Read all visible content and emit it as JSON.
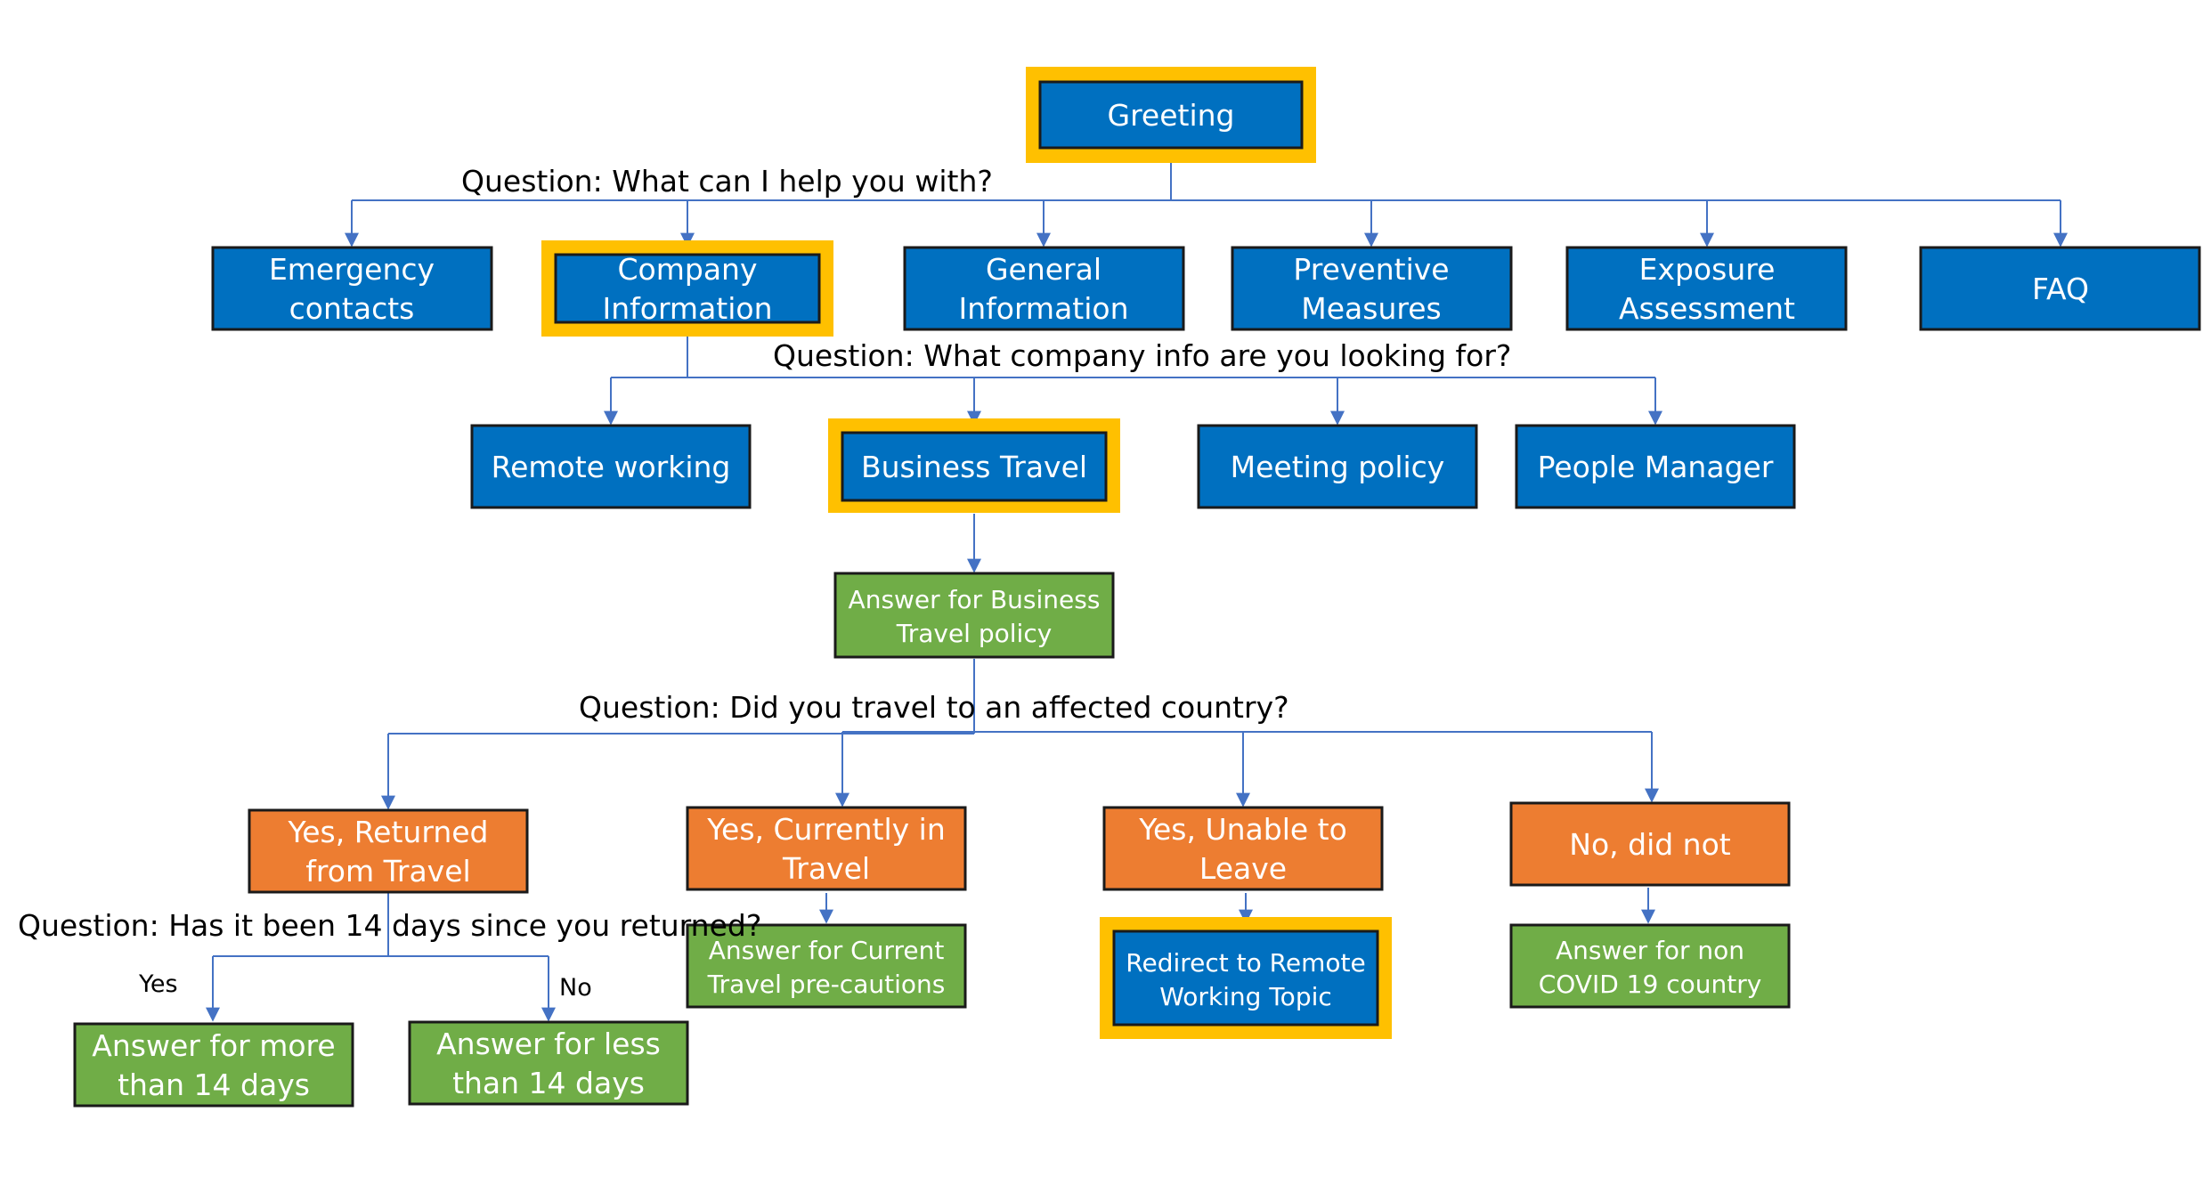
{
  "colors": {
    "blue": "#0070C0",
    "green": "#70AD47",
    "orange": "#ED7D31",
    "highlight": "#FFC000",
    "connector": "#4472C4",
    "border": "#1a1a1a"
  },
  "nodes": {
    "greeting": [
      "Greeting"
    ],
    "emergency_contacts": [
      "Emergency",
      "contacts"
    ],
    "company_information": [
      "Company",
      "Information"
    ],
    "general_information": [
      "General",
      "Information"
    ],
    "preventive_measures": [
      "Preventive",
      "Measures"
    ],
    "exposure_assessment": [
      "Exposure",
      "Assessment"
    ],
    "faq": [
      "FAQ"
    ],
    "remote_working": [
      "Remote working"
    ],
    "business_travel": [
      "Business Travel"
    ],
    "meeting_policy": [
      "Meeting policy"
    ],
    "people_manager": [
      "People Manager"
    ],
    "answer_business_travel_policy": [
      "Answer for Business",
      "Travel policy"
    ],
    "yes_returned_from_travel": [
      "Yes, Returned",
      "from Travel"
    ],
    "yes_currently_in_travel": [
      "Yes, Currently in",
      "Travel"
    ],
    "yes_unable_to_leave": [
      "Yes, Unable to",
      "Leave"
    ],
    "no_did_not": [
      "No, did not"
    ],
    "answer_current_travel_precautions": [
      "Answer for Current",
      "Travel pre-cautions"
    ],
    "redirect_remote_working_topic": [
      "Redirect to Remote",
      "Working Topic"
    ],
    "answer_non_covid_country": [
      "Answer for non",
      "COVID 19 country"
    ],
    "answer_more_than_14_days": [
      "Answer for more",
      "than 14 days"
    ],
    "answer_less_than_14_days": [
      "Answer for less",
      "than 14 days"
    ]
  },
  "questions": {
    "q1": "Question: What can I help you with?",
    "q2": "Question: What company info are you looking for?",
    "q3": "Question: Did you travel to an affected country?",
    "q4": "Question: Has it been 14 days since you returned?"
  },
  "branch_labels": {
    "yes": "Yes",
    "no": "No"
  }
}
